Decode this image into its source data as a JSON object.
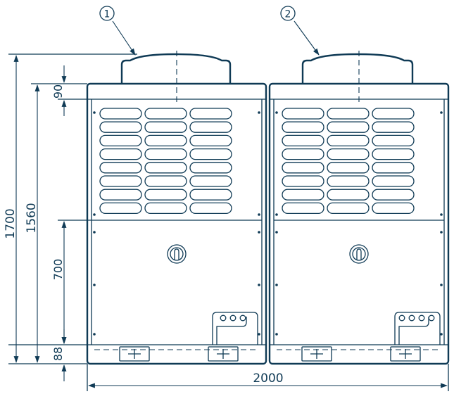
{
  "units": [
    {
      "callout": "1"
    },
    {
      "callout": "2"
    }
  ],
  "dimensions": {
    "overall_height": "1700",
    "body_height": "1560",
    "top_panel_height": "90",
    "lower_panel_height": "700",
    "base_height": "88",
    "overall_width": "2000"
  },
  "colors": {
    "line": "#0f3a55",
    "background": "#ffffff"
  }
}
